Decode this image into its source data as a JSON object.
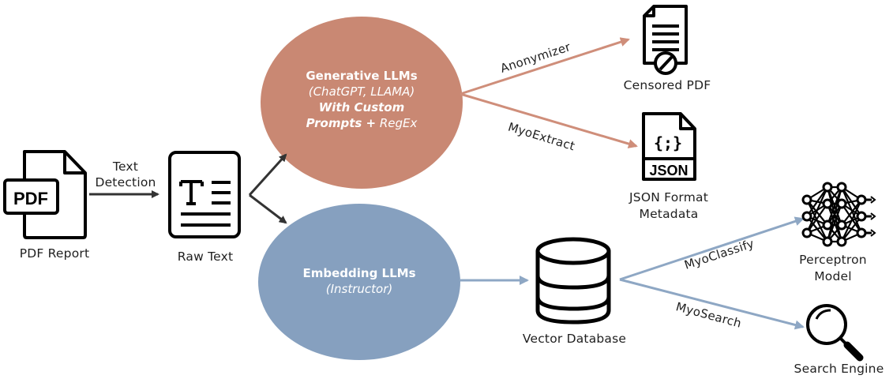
{
  "colors": {
    "generative": "#c98873",
    "embedding": "#86a0bf",
    "generative_arrow": "#cf8e7a",
    "embedding_arrow": "#8ea7c4",
    "dark_arrow": "#333333",
    "icon": "#000000"
  },
  "nodes": {
    "pdf_report": {
      "label": "PDF Report",
      "icon": "pdf-file-icon",
      "badge": "PDF"
    },
    "raw_text": {
      "label": "Raw Text",
      "icon": "text-document-icon"
    },
    "generative": {
      "line1": "Generative LLMs",
      "line2": "(ChatGPT, LLAMA)",
      "line3": "With  Custom",
      "line4_bold": "Prompts +",
      "line4_italic": " RegEx"
    },
    "embedding": {
      "line1": "Embedding LLMs",
      "line2": "(Instructor)"
    },
    "censored_pdf": {
      "label": "Censored PDF",
      "icon": "censored-document-icon"
    },
    "json_metadata": {
      "label_line1": "JSON Format",
      "label_line2": "Metadata",
      "icon": "json-file-icon",
      "badge": "JSON",
      "glyph": "{;}"
    },
    "vector_db": {
      "label": "Vector Database",
      "icon": "database-icon"
    },
    "perceptron": {
      "label_line1": "Perceptron",
      "label_line2": "Model",
      "icon": "neural-network-icon"
    },
    "search_engine": {
      "label": "Search Engine",
      "icon": "magnifier-icon"
    }
  },
  "edges": {
    "text_detection": {
      "line1": "Text",
      "line2": "Detection"
    },
    "anonymizer": "Anonymizer",
    "myoextract": "MyoExtract",
    "myoclassify": "MyoClassify",
    "myosearch": "MyoSearch"
  }
}
